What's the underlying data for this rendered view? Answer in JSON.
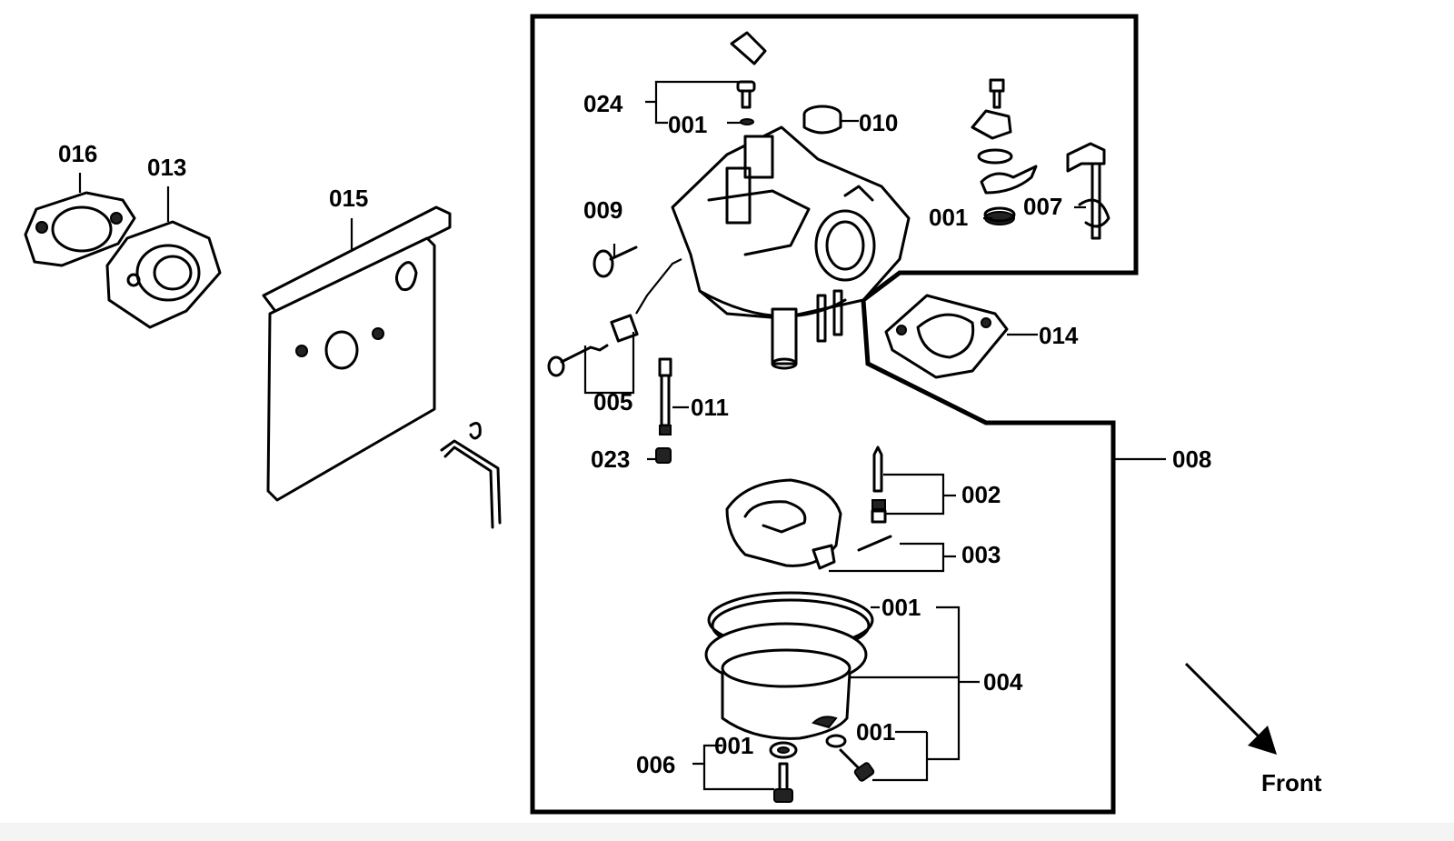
{
  "labels": {
    "p016": "016",
    "p013": "013",
    "p015": "015",
    "p024": "024",
    "p001a": "001",
    "p010": "010",
    "p009": "009",
    "p001b": "001",
    "p007": "007",
    "p014": "014",
    "p005": "005",
    "p011": "011",
    "p023": "023",
    "p008": "008",
    "p002": "002",
    "p003": "003",
    "p001c": "001",
    "p004": "004",
    "p001d": "001",
    "p006": "006",
    "p001e": "001"
  },
  "direction": {
    "label": "Front",
    "arrow_icon": "arrow-down-right-icon"
  }
}
